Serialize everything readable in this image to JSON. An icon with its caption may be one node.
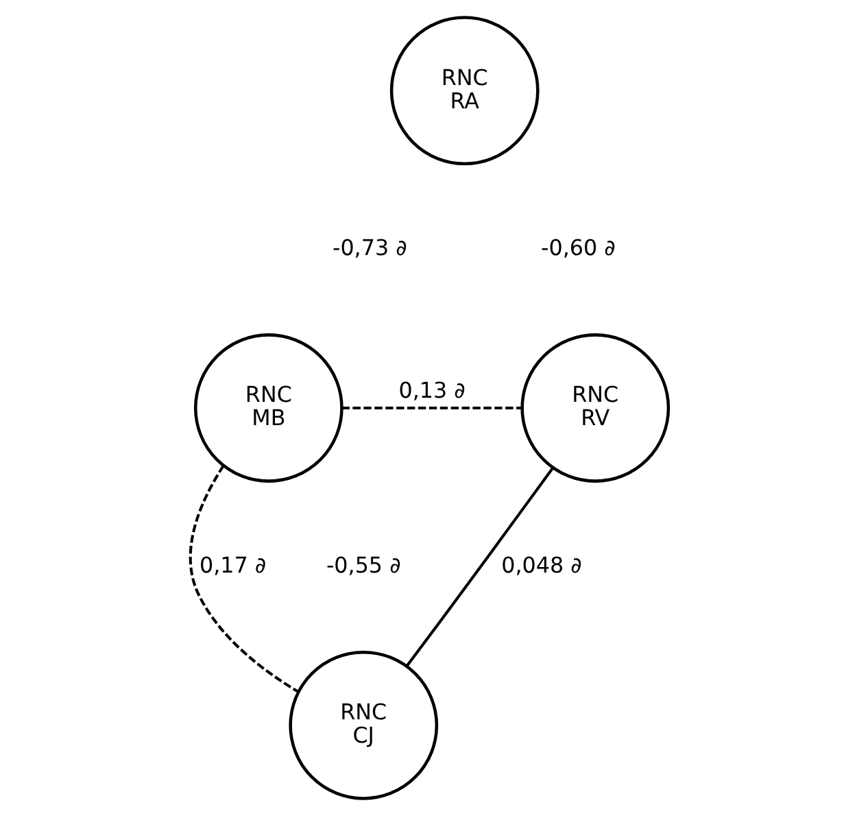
{
  "diagram": {
    "nodes": [
      {
        "text": [
          "RNC",
          "RA"
        ]
      },
      {
        "text": [
          "RNC",
          "MB"
        ]
      },
      {
        "text": [
          "RNC",
          "RV"
        ]
      },
      {
        "text": [
          "RNC",
          "CJ"
        ]
      }
    ],
    "edges": [
      {
        "from": 1,
        "to": 2,
        "arrow": "none",
        "label": "0,13 ∂",
        "style": "dashed"
      },
      {
        "from": 1,
        "to": 3,
        "arrow": "none",
        "label": "0,17 ∂",
        "style": "dashed"
      },
      {
        "from": 2,
        "to": 3,
        "arrow": "none",
        "label": "0,048 ∂"
      }
    ],
    "labels": [
      "-0,73 ∂",
      "-0,60 ∂",
      "-0,55 ∂"
    ]
  }
}
